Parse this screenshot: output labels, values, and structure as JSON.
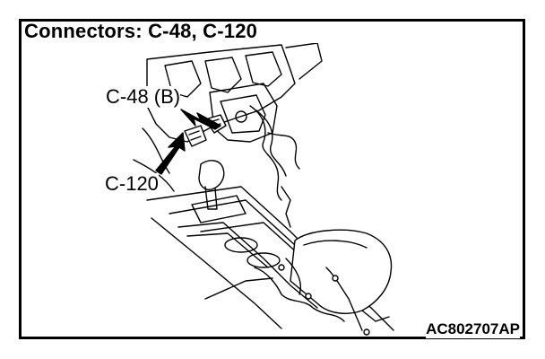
{
  "title": "Connectors: C-48, C-120",
  "callouts": {
    "c48": "C-48 (B)",
    "c120": "C-120"
  },
  "figure_code": "AC802707AP"
}
